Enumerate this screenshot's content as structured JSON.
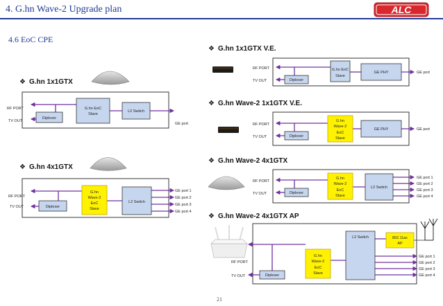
{
  "header": {
    "title": "4. G.hn Wave-2 Upgrade plan",
    "subtitle": "4.6 EoC CPE",
    "page_number": "21",
    "logo_text": "ALC"
  },
  "labels": {
    "rf_port": "RF PORT",
    "tv_out": "TV OUT",
    "diplexer": "Diplexer",
    "l2_switch": "L2 Switch",
    "ge_phy": "GE PHY",
    "ge_port": "GE port",
    "ge_port_1": "GE port 1",
    "ge_port_2": "GE port 2",
    "ge_port_3": "GE port 3",
    "ge_port_4": "GE port 4",
    "ghn_eoc_line1": "G.hn EoC",
    "ghn_eoc_line2": "Slave",
    "ghn_w2_line1": "G.hn",
    "ghn_w2_line2": "Wave-2",
    "ghn_w2_line3": "EoC",
    "ghn_w2_line4": "Slave",
    "wifi_line1": "802.11ac",
    "wifi_line2": "AP",
    "bullet": "❖"
  },
  "sections": {
    "s1": "G.hn 1x1GTX",
    "s2": "G.hn 4x1GTX",
    "s3": "G.hn 1x1GTX V.E.",
    "s4": "G.hn Wave-2 1x1GTX V.E.",
    "s5": "G.hn Wave-2 4x1GTX",
    "s6": "G.hn Wave-2 4x1GTX AP"
  },
  "colors": {
    "title_blue": "#1f3a93",
    "box_blue": "#c6d6ee",
    "box_yellow": "#fff200",
    "box_yellow_border": "#c9a400",
    "border": "#333333",
    "line_purple": "#7030a0",
    "logo_red": "#d8282e"
  },
  "icons": {
    "bullet": "diamond-bullet-icon",
    "device_dome": "dome-device-icon",
    "device_box": "black-box-device-icon",
    "device_router": "wifi-router-icon",
    "antenna": "antenna-icon",
    "logo": "alc-logo"
  }
}
